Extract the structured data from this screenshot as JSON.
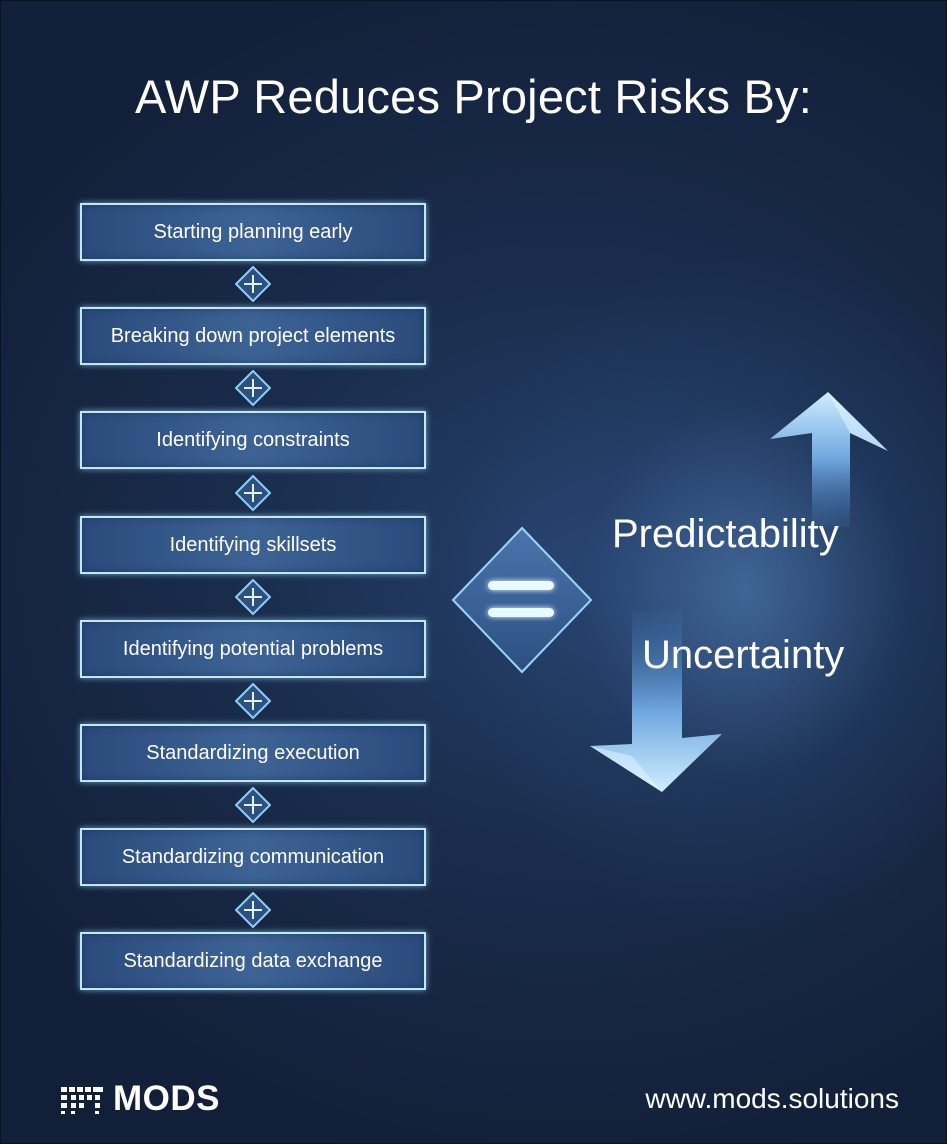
{
  "title": "AWP Reduces Project Risks By:",
  "steps": [
    "Starting planning early",
    "Breaking down project elements",
    "Identifying constraints",
    "Identifying skillsets",
    "Identifying potential problems",
    "Standardizing execution",
    "Standardizing communication",
    "Standardizing data exchange"
  ],
  "outcomes": {
    "up": "Predictability",
    "down": "Uncertainty"
  },
  "footer": {
    "brand": "MODS",
    "website": "www.mods.solutions"
  },
  "icons": [
    "plus-diamond-icon",
    "equals-diamond-icon",
    "arrow-up-icon",
    "arrow-down-icon",
    "mods-logo-icon"
  ],
  "colors": {
    "background": "#1a2d4d",
    "box_border": "#bfe9ff",
    "box_fill": "#3d6395",
    "text": "#ffffff"
  }
}
